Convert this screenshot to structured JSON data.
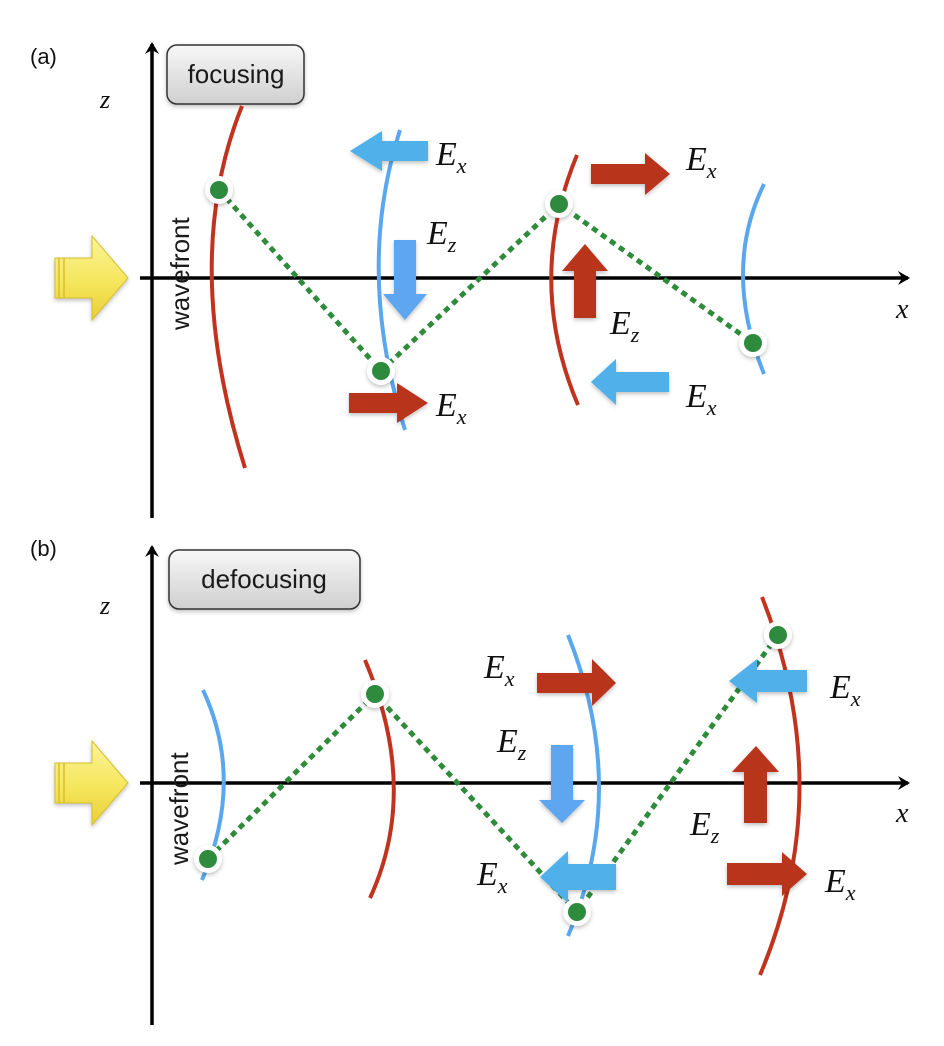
{
  "figure": {
    "panels": [
      {
        "id": "a",
        "label": "(a)",
        "mode": "focusing",
        "axis_x_label": "x",
        "axis_z_label": "z",
        "wavefront_label": "wavefront",
        "field_labels": {
          "ex_top_left": "E",
          "ex_top_left_sub": "x",
          "ez_mid_left": "E",
          "ez_mid_left_sub": "z",
          "ex_bottom_left": "E",
          "ex_bottom_left_sub": "x",
          "ex_top_right": "E",
          "ex_top_right_sub": "x",
          "ez_mid_right": "E",
          "ez_mid_right_sub": "z",
          "ex_bottom_right": "E",
          "ex_bottom_right_sub": "x"
        }
      },
      {
        "id": "b",
        "label": "(b)",
        "mode": "defocusing",
        "axis_x_label": "x",
        "axis_z_label": "z",
        "wavefront_label": "wavefront",
        "field_labels": {
          "ex_top_left": "E",
          "ex_top_left_sub": "x",
          "ez_mid_left": "E",
          "ez_mid_left_sub": "z",
          "ex_bottom_left": "E",
          "ex_bottom_left_sub": "x",
          "ex_top_right": "E",
          "ex_top_right_sub": "x",
          "ez_mid_right": "E",
          "ez_mid_right_sub": "z",
          "ex_bottom_right": "E",
          "ex_bottom_right_sub": "x"
        }
      }
    ],
    "colors": {
      "red_wavefront": "#c0341f",
      "blue_wavefront": "#5aa7ee",
      "red_arrow": "#b8341e",
      "blue_arrow": "#4fb0ea",
      "blue_arrow_ez": "#5ea6f0",
      "ray_path": "#2e8b3a",
      "node_fill": "#2e8a3e",
      "incident_arrow": "#f6e65c"
    }
  }
}
